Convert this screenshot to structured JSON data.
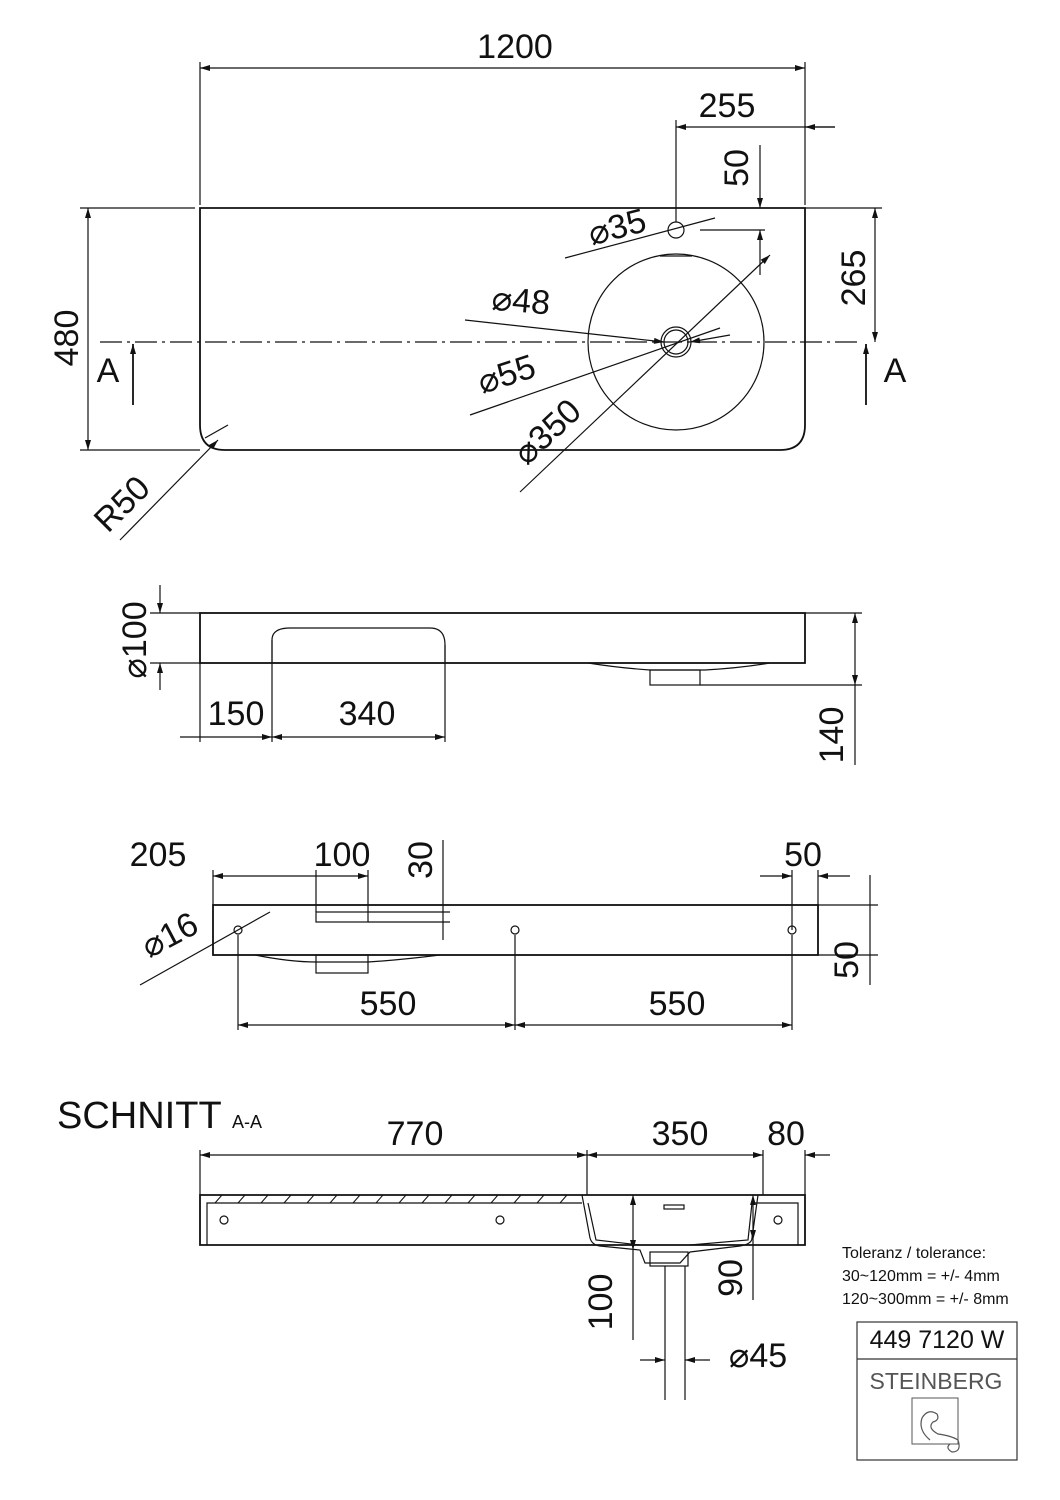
{
  "top_view": {
    "width": "1200",
    "offset_255": "255",
    "offset_50": "50",
    "hole_35": "⌀35",
    "drain_48": "⌀48",
    "drain_55": "⌀55",
    "basin_350": "⌀350",
    "depth_480": "480",
    "offset_265": "265",
    "radius": "R50",
    "section_left": "A",
    "section_right": "A"
  },
  "side_view": {
    "dia_100": "⌀100",
    "dim_150": "150",
    "dim_340": "340",
    "height_140": "140"
  },
  "rear_view": {
    "dim_205": "205",
    "dim_100": "100",
    "dim_30": "30",
    "dim_50_top": "50",
    "dim_50_right": "50",
    "hole_16": "⌀16",
    "dim_550_left": "550",
    "dim_550_right": "550"
  },
  "section": {
    "title": "SCHNITT",
    "subtitle": "A-A",
    "dim_770": "770",
    "dim_350": "350",
    "dim_80": "80",
    "dim_100": "100",
    "dim_90": "90",
    "pipe_45": "⌀45"
  },
  "tolerance": {
    "title": "Toleranz / tolerance:",
    "line1": "30~120mm = +/- 4mm",
    "line2": "120~300mm = +/- 8mm"
  },
  "title_block": {
    "article_number": "449 7120 W",
    "brand": "STEINBERG",
    "brand_color": "#555555"
  }
}
